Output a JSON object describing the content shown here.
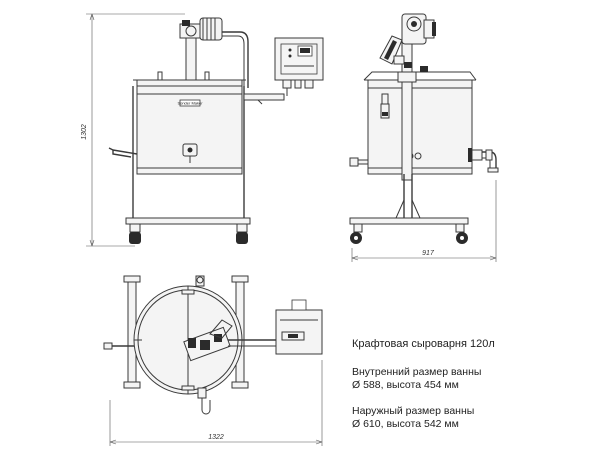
{
  "dimensions": {
    "height": "1302",
    "depth": "917",
    "width": "1322"
  },
  "plate_text": "Sonder Maker",
  "caption": {
    "title": "Крафтовая сыроварня 120л",
    "inner_label": "Внутренний размер ванны",
    "inner_value": "Ø 588, высота 454 мм",
    "outer_label": "Наружный размер ванны",
    "outer_value": "Ø 610, высота 542 мм"
  }
}
